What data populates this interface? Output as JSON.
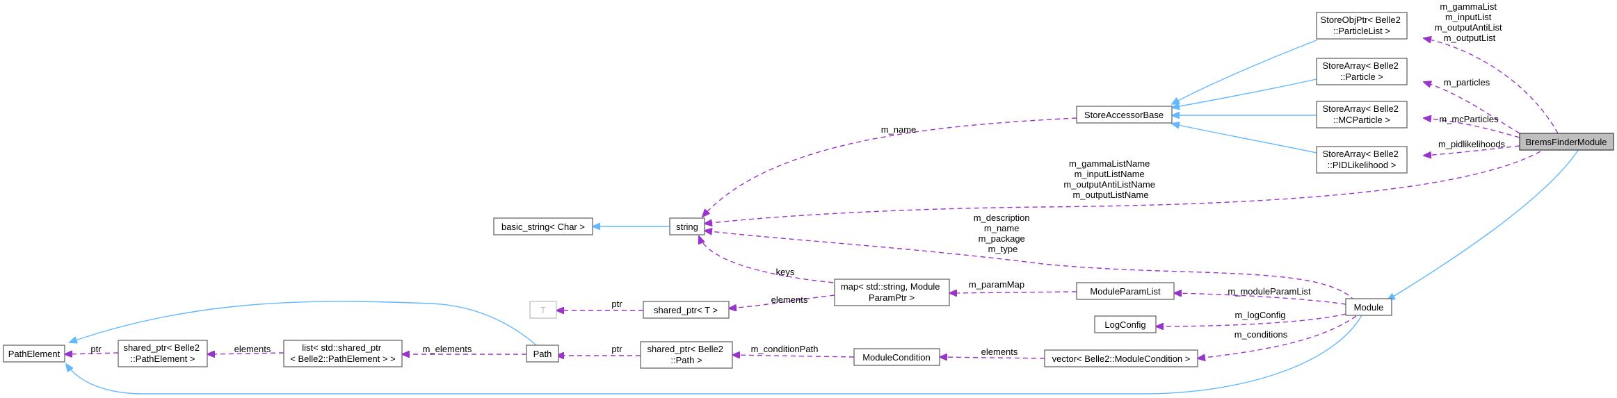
{
  "nodes": {
    "brems": [
      "BremsFinderModule"
    ],
    "storeobj": [
      "StoreObjPtr< Belle2",
      "::ParticleList >"
    ],
    "sa_particle": [
      "StoreArray< Belle2",
      "::Particle >"
    ],
    "sa_mcparticle": [
      "StoreArray< Belle2",
      "::MCParticle >"
    ],
    "sa_pid": [
      "StoreArray< Belle2",
      "::PIDLikelihood >"
    ],
    "storeaccessor": [
      "StoreAccessorBase"
    ],
    "string": [
      "string"
    ],
    "basic_string": [
      "basic_string< Char >"
    ],
    "t": [
      "T"
    ],
    "shared_ptr_t": [
      "shared_ptr< T >"
    ],
    "map": [
      "map< std::string, Module",
      "ParamPtr >"
    ],
    "moduleparamlist": [
      "ModuleParamList"
    ],
    "module": [
      "Module"
    ],
    "logconfig": [
      "LogConfig"
    ],
    "pathelement": [
      "PathElement"
    ],
    "shared_ptr_pathelement": [
      "shared_ptr< Belle2",
      "::PathElement >"
    ],
    "list": [
      "list< std::shared_ptr",
      "< Belle2::PathElement > >"
    ],
    "path": [
      "Path"
    ],
    "shared_ptr_path": [
      "shared_ptr< Belle2",
      "::Path >"
    ],
    "modulecondition": [
      "ModuleCondition"
    ],
    "vector": [
      "vector< Belle2::ModuleCondition >"
    ]
  },
  "edge_labels": {
    "lists": [
      "m_gammaList",
      "m_inputList",
      "m_outputAntiList",
      "m_outputList"
    ],
    "particles": [
      "m_particles"
    ],
    "mcparticles": [
      "m_mcParticles"
    ],
    "pidlikelihoods": [
      "m_pidlikelihoods"
    ],
    "m_name": [
      "m_name"
    ],
    "listnames": [
      "m_gammaListName",
      "m_inputListName",
      "m_outputAntiListName",
      "m_outputListName"
    ],
    "module_strings": [
      "m_description",
      "m_name",
      "m_package",
      "m_type"
    ],
    "keys": [
      "keys"
    ],
    "ptr_t": [
      "ptr"
    ],
    "elements_map": [
      "elements"
    ],
    "parammap": [
      "m_paramMap"
    ],
    "moduleparamlist": [
      "m_moduleParamList"
    ],
    "logconfig": [
      "m_logConfig"
    ],
    "conditions": [
      "m_conditions"
    ],
    "ptr_pathelement": [
      "ptr"
    ],
    "elements_list": [
      "elements"
    ],
    "m_elements": [
      "m_elements"
    ],
    "ptr_path": [
      "ptr"
    ],
    "conditionpath": [
      "m_conditionPath"
    ],
    "elements_vector": [
      "elements"
    ]
  },
  "colors": {
    "inheritance": "#63b8ff",
    "usage": "#9a32cd",
    "highlight_fill": "#bfbfbf",
    "node_border": "#666666"
  }
}
